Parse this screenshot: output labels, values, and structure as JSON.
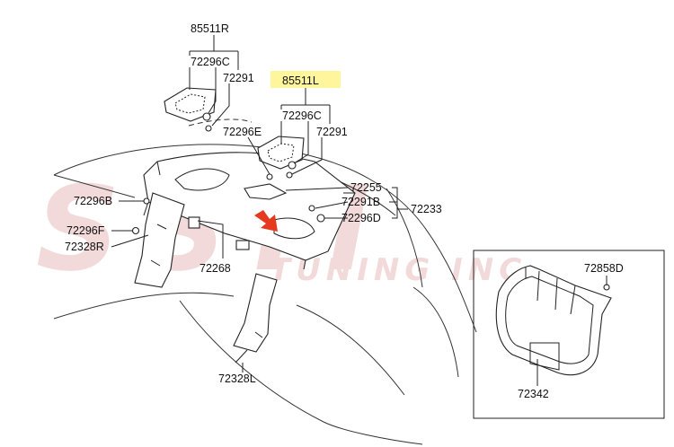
{
  "watermark": {
    "main": "SSM",
    "sub": "TUNING INC"
  },
  "highlight_color": "#fff59d",
  "arrow_color": "#e53a1f",
  "labels": {
    "p85511R": "85511R",
    "p72296C_a": "72296C",
    "p72291_a": "72291",
    "p85511L": "85511L",
    "p72296C_b": "72296C",
    "p72291_b": "72291",
    "p72296E": "72296E",
    "p72255": "72255",
    "p72291B": "72291B",
    "p72296D": "72296D",
    "p72233": "72233",
    "p72296B": "72296B",
    "p72296F": "72296F",
    "p72328R": "72328R",
    "p72268": "72268",
    "p72328L": "72328L",
    "p72858D": "72858D",
    "p72342": "72342"
  }
}
